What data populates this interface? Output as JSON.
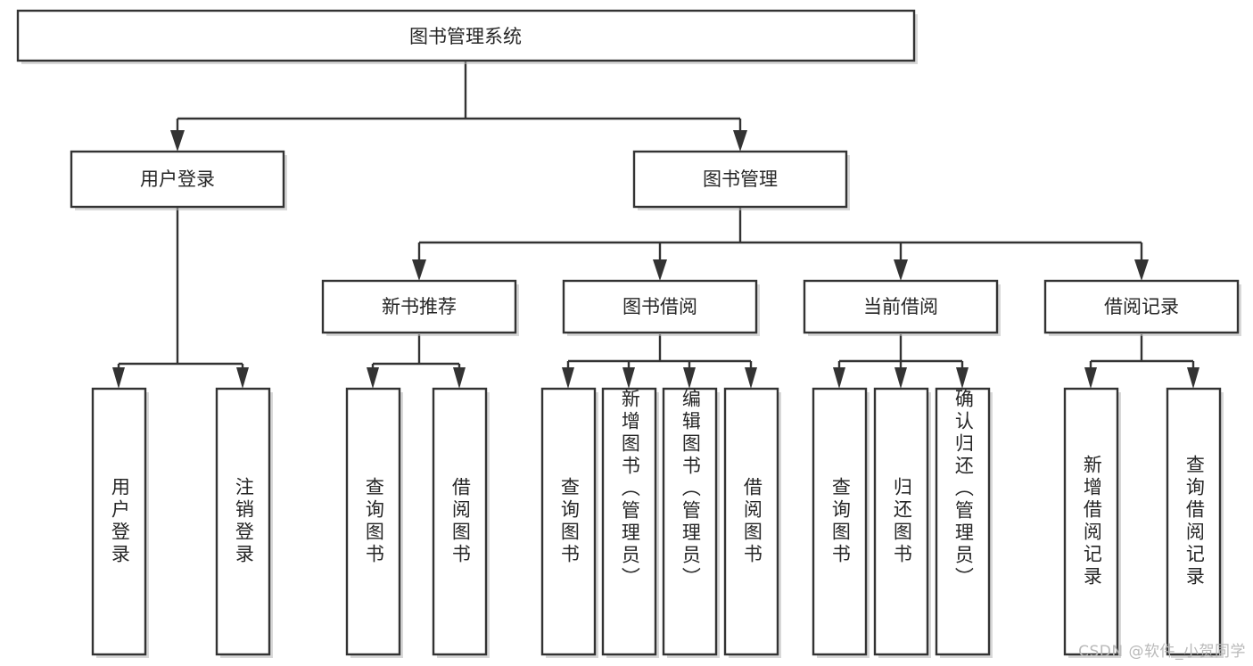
{
  "diagram": {
    "title": "图书管理系统",
    "type": "hierarchy-tree",
    "watermark": "CSDN @软件_小贺同学",
    "accent_color": "#333333",
    "box_fill": "#ffffff",
    "text_color": "#262626",
    "levels": [
      {
        "level": 1,
        "nodes": [
          {
            "id": "root",
            "label": "图书管理系统",
            "orientation": "horizontal"
          }
        ]
      },
      {
        "level": 2,
        "nodes": [
          {
            "id": "login",
            "label": "用户登录",
            "orientation": "horizontal",
            "parent": "root"
          },
          {
            "id": "bookmgmt",
            "label": "图书管理",
            "orientation": "horizontal",
            "parent": "root"
          }
        ]
      },
      {
        "level": 3,
        "nodes": [
          {
            "id": "newbook",
            "label": "新书推荐",
            "orientation": "horizontal",
            "parent": "bookmgmt"
          },
          {
            "id": "borrow",
            "label": "图书借阅",
            "orientation": "horizontal",
            "parent": "bookmgmt"
          },
          {
            "id": "current",
            "label": "当前借阅",
            "orientation": "horizontal",
            "parent": "bookmgmt"
          },
          {
            "id": "records",
            "label": "借阅记录",
            "orientation": "horizontal",
            "parent": "bookmgmt"
          }
        ]
      },
      {
        "level": 4,
        "nodes": [
          {
            "id": "leaf-1",
            "label": "用户登录",
            "orientation": "vertical",
            "parent": "login"
          },
          {
            "id": "leaf-2",
            "label": "注销登录",
            "orientation": "vertical",
            "parent": "login"
          },
          {
            "id": "leaf-3",
            "label": "查询图书",
            "orientation": "vertical",
            "parent": "newbook"
          },
          {
            "id": "leaf-4",
            "label": "借阅图书",
            "orientation": "vertical",
            "parent": "newbook"
          },
          {
            "id": "leaf-5",
            "label": "查询图书",
            "orientation": "vertical",
            "parent": "borrow"
          },
          {
            "id": "leaf-6",
            "label": "新增图书（管理员）",
            "orientation": "vertical",
            "parent": "borrow"
          },
          {
            "id": "leaf-7",
            "label": "编辑图书（管理员）",
            "orientation": "vertical",
            "parent": "borrow"
          },
          {
            "id": "leaf-8",
            "label": "借阅图书",
            "orientation": "vertical",
            "parent": "borrow"
          },
          {
            "id": "leaf-9",
            "label": "查询图书",
            "orientation": "vertical",
            "parent": "current"
          },
          {
            "id": "leaf-10",
            "label": "归还图书",
            "orientation": "vertical",
            "parent": "current"
          },
          {
            "id": "leaf-11",
            "label": "确认归还（管理员）",
            "orientation": "vertical",
            "parent": "current"
          },
          {
            "id": "leaf-12",
            "label": "新增借阅记录",
            "orientation": "vertical",
            "parent": "records"
          },
          {
            "id": "leaf-13",
            "label": "查询借阅记录",
            "orientation": "vertical",
            "parent": "records"
          }
        ]
      }
    ]
  }
}
